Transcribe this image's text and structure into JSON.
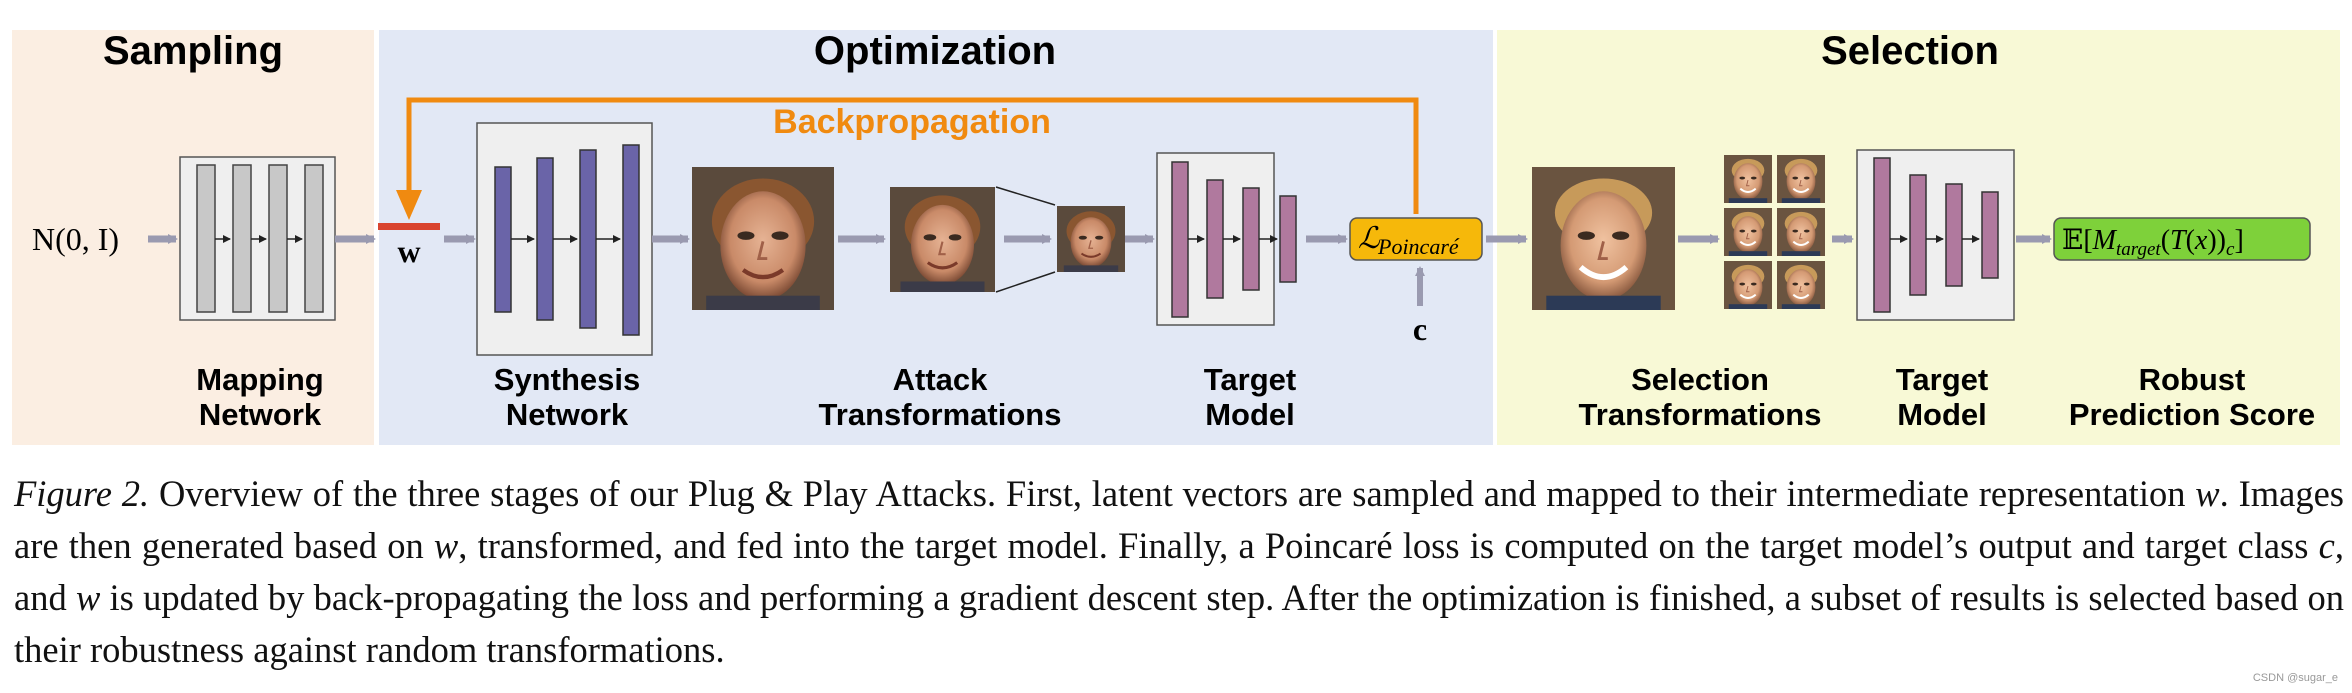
{
  "figure": {
    "stages": {
      "sampling": "Sampling",
      "optimization": "Optimization",
      "selection": "Selection"
    },
    "labels": {
      "noise": "N(0, I)",
      "w": "w",
      "c": "c",
      "backprop": "Backpropagation",
      "mapping_network": [
        "Mapping",
        "Network"
      ],
      "synthesis_network": [
        "Synthesis",
        "Network"
      ],
      "attack_transformations": [
        "Attack",
        "Transformations"
      ],
      "target_model_1": [
        "Target",
        "Model"
      ],
      "selection_transformations": [
        "Selection",
        "Transformations"
      ],
      "target_model_2": [
        "Target",
        "Model"
      ],
      "robust_score": [
        "Robust",
        "Prediction Score"
      ]
    },
    "colors": {
      "sampling_bg": "#fbeee2",
      "optimization_bg": "#e2e8f5",
      "selection_bg": "#f8f9d6",
      "backprop": "#f08a10",
      "synthesis_bar": "#6a64a8",
      "target_bar": "#b0799e",
      "loss_box": "#f6b80a",
      "score_box": "#7ed13a",
      "w_bar": "#d9442f"
    }
  },
  "caption": {
    "label": "Figure 2.",
    "text_before_w1": " Overview of the three stages of our Plug & Play Attacks. First, latent vectors are sampled and mapped to their intermediate representation ",
    "w": "w",
    "text_after_w1": ". Images are then generated based on ",
    "text_after_w2": ", transformed, and fed into the target model. Finally, a Poincaré loss is computed on the target model’s output and target class ",
    "c": "c",
    "text_after_c": ", and ",
    "text_end": " is updated by back-propagating the loss and performing a gradient descent step. After the optimization is finished, a subset of results is selected based on their robustness against random transformations."
  },
  "watermark": "CSDN @sugar_e"
}
